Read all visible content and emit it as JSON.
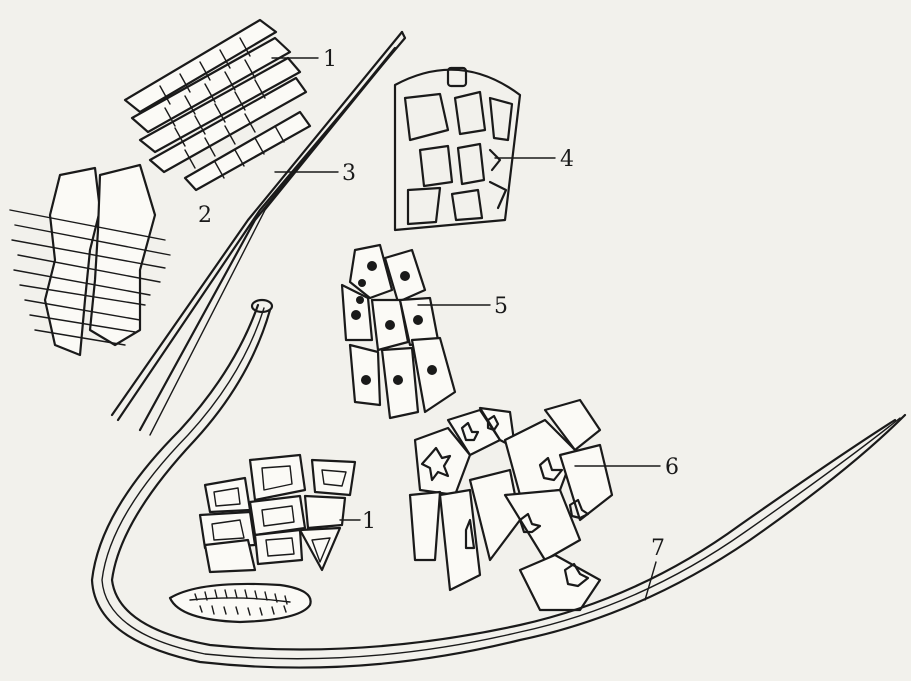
{
  "figure": {
    "labels": [
      {
        "id": "fig-label-1-top",
        "text": "1"
      },
      {
        "id": "fig-label-2",
        "text": "2"
      },
      {
        "id": "fig-label-3",
        "text": "3"
      },
      {
        "id": "fig-label-4",
        "text": "4"
      },
      {
        "id": "fig-label-5",
        "text": "5"
      },
      {
        "id": "fig-label-6",
        "text": "6"
      },
      {
        "id": "fig-label-1-bottom",
        "text": "1"
      },
      {
        "id": "fig-label-7",
        "text": "7"
      }
    ]
  }
}
